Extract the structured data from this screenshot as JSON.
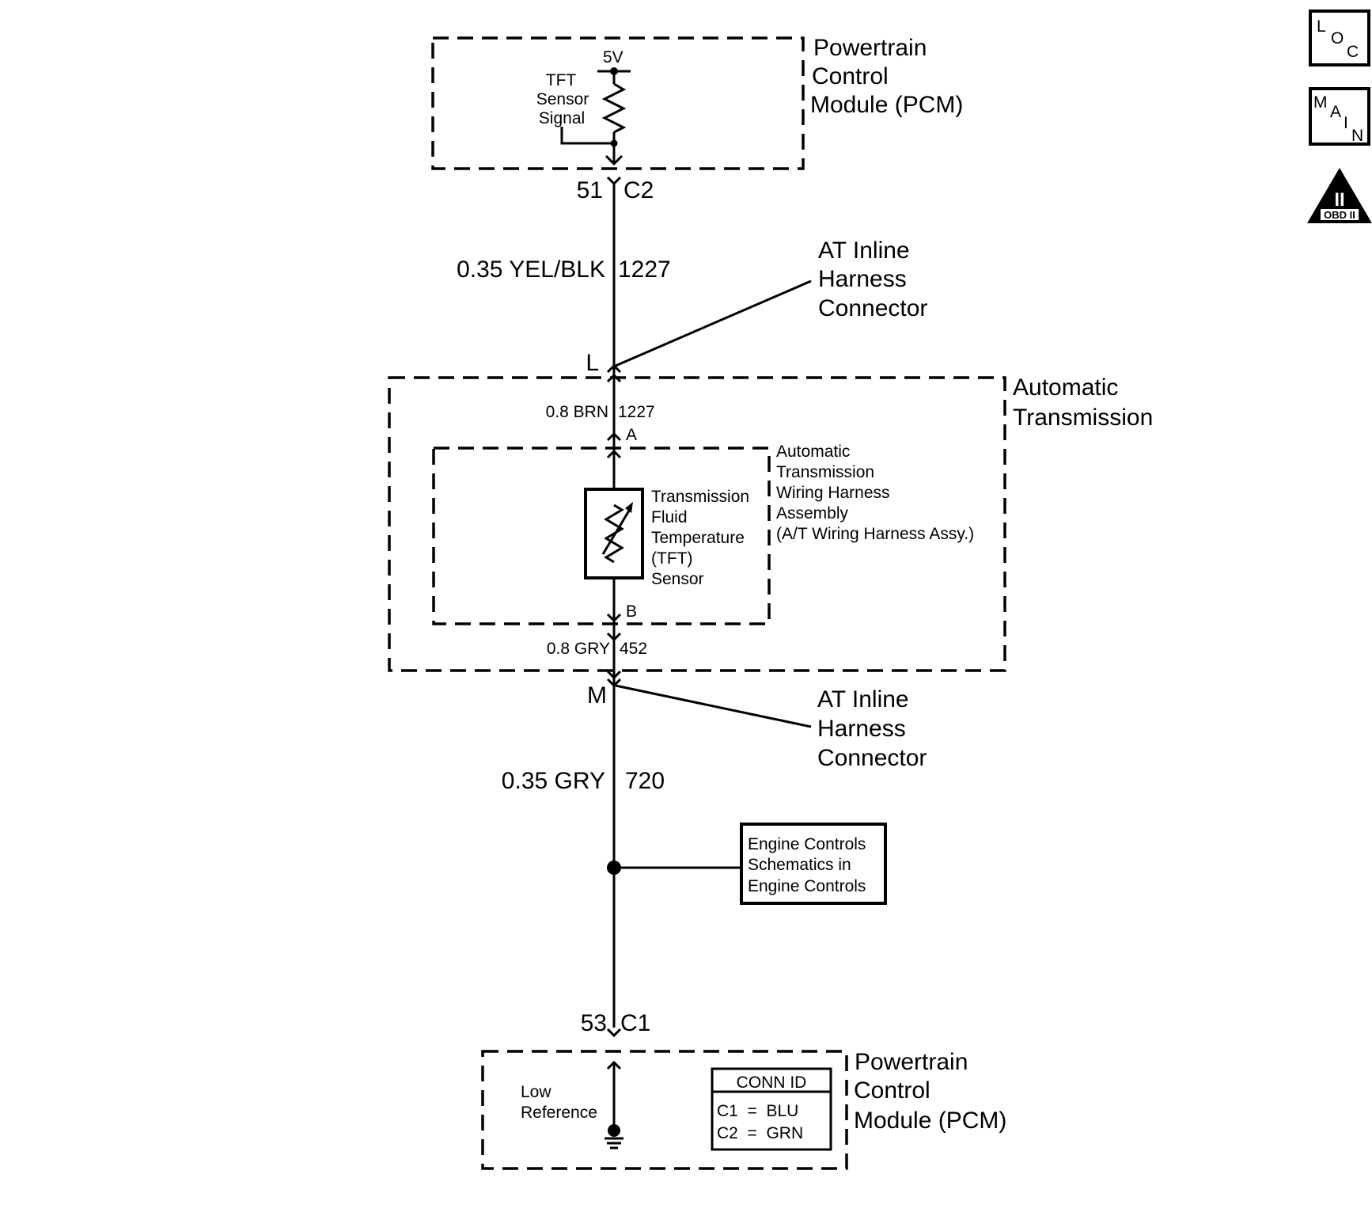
{
  "icons": {
    "loc": {
      "l1": "L",
      "l2": "O",
      "l3": "C"
    },
    "main": {
      "l1": "M",
      "l2": "A",
      "l3": "I",
      "l4": "N"
    },
    "obd": {
      "roman": "II",
      "label": "OBD II"
    }
  },
  "pcm_top": {
    "title": [
      "Powertrain",
      "Control",
      "Module (PCM)"
    ],
    "voltage": "5V",
    "signal": [
      "TFT",
      "Sensor",
      "Signal"
    ]
  },
  "c2": {
    "pin": "51",
    "connector": "C2"
  },
  "wire1": {
    "gauge_color": "0.35 YEL/BLK",
    "circuit": "1227"
  },
  "inline_top": {
    "title": [
      "AT Inline",
      "Harness",
      "Connector"
    ],
    "pin": "L"
  },
  "auto_trans": {
    "title": [
      "Automatic",
      "Transmission"
    ]
  },
  "wire2": {
    "gauge_color": "0.8 BRN",
    "circuit": "1227",
    "pin": "A"
  },
  "harness": {
    "title": [
      "Automatic",
      "Transmission",
      "Wiring Harness",
      "Assembly",
      "(A/T Wiring Harness Assy.)"
    ]
  },
  "sensor": {
    "title": [
      "Transmission",
      "Fluid",
      "Temperature",
      "(TFT)",
      "Sensor"
    ],
    "pin": "B"
  },
  "wire3": {
    "gauge_color": "0.8 GRY",
    "circuit": "452"
  },
  "inline_bottom": {
    "title": [
      "AT Inline",
      "Harness",
      "Connector"
    ],
    "pin": "M"
  },
  "wire4": {
    "gauge_color": "0.35 GRY",
    "circuit": "720"
  },
  "engine_ref": {
    "text": [
      "Engine Controls",
      "Schematics in",
      "Engine Controls"
    ]
  },
  "c1": {
    "pin": "53",
    "connector": "C1"
  },
  "pcm_bottom": {
    "title": [
      "Powertrain",
      "Control",
      "Module (PCM)"
    ],
    "reference": [
      "Low",
      "Reference"
    ]
  },
  "conn_id": {
    "header": "CONN ID",
    "rows": [
      "C1  =  BLU",
      "C2  =  GRN"
    ]
  }
}
